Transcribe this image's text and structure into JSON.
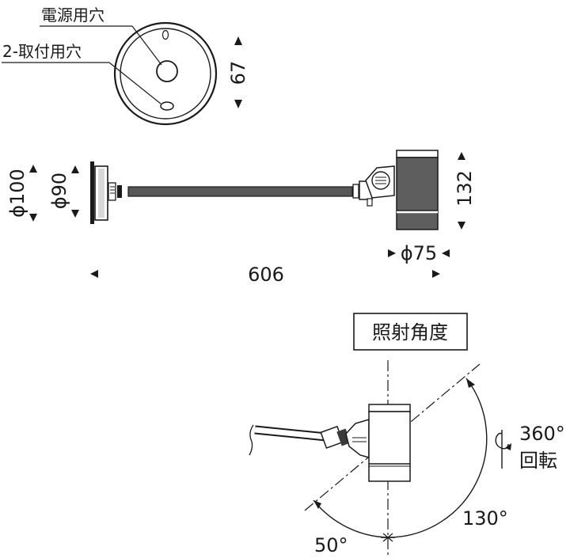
{
  "front_view": {
    "power_hole_label": "電源用穴",
    "mount_holes_label": "2-取付用穴",
    "height_dim": "67"
  },
  "side_view": {
    "base_diameter_outer": "ϕ100",
    "base_diameter_inner": "ϕ90",
    "head_height": "132",
    "head_diameter": "ϕ75",
    "overall_length": "606"
  },
  "angle_view": {
    "title": "照射角度",
    "rotation_value": "360°",
    "rotation_label": "回転",
    "angle_upper": "130°",
    "angle_lower": "50°"
  }
}
